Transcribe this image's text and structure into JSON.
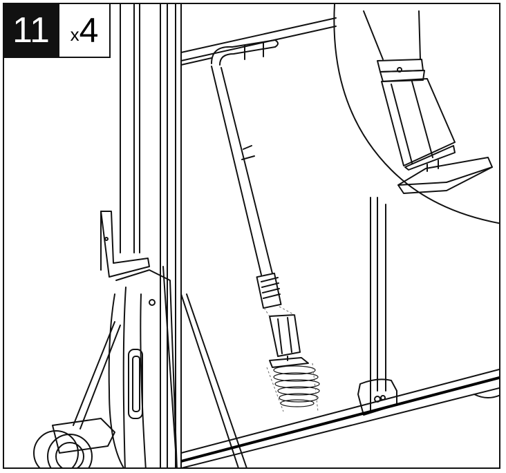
{
  "step": {
    "number": "11",
    "quantity_prefix": "x",
    "quantity_value": "4"
  },
  "icons": {
    "frame": "assembly-frame-illustration",
    "detail": "leveling-foot-detail-inset",
    "part": "leveling-foot-part"
  }
}
